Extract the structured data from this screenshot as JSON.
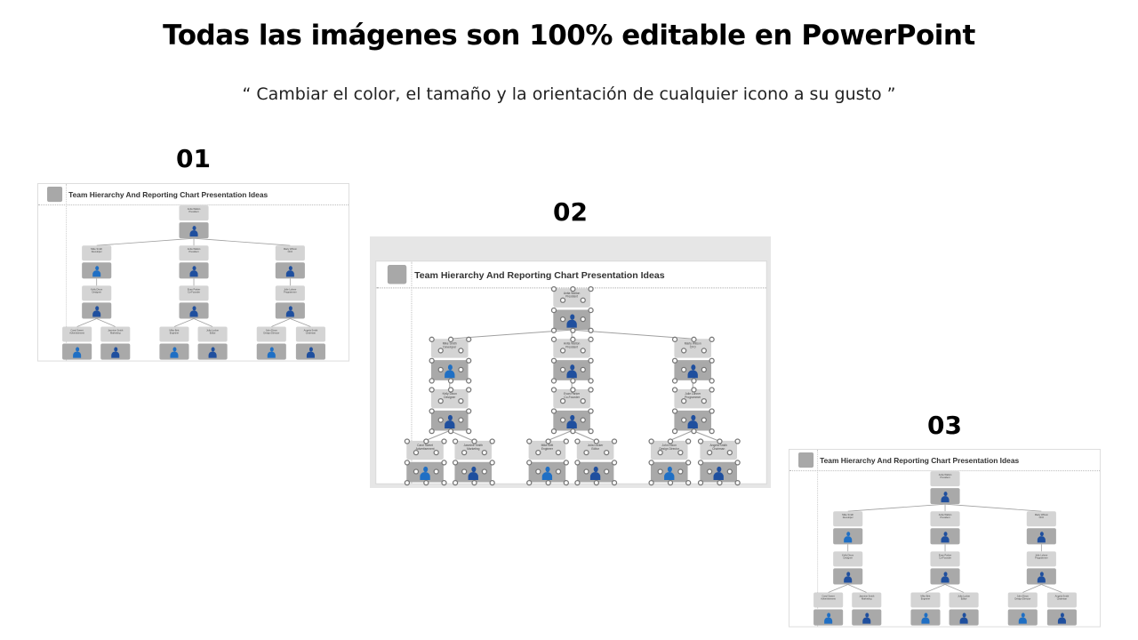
{
  "header": {
    "title": "Todas las imágenes son 100% editable en PowerPoint",
    "subtitle": "“ Cambiar el color, el tamaño y la orientación de cualquier icono a su gusto ”"
  },
  "thumbnails": [
    {
      "number": "01"
    },
    {
      "number": "02"
    },
    {
      "number": "03"
    }
  ],
  "chart": {
    "title": "Team Hierarchy And Reporting Chart Presentation Ideas",
    "nodes": [
      {
        "name": "Anita Walton",
        "role": "President",
        "icon_color": "#1f4f9e"
      },
      {
        "name": "Mike Smith",
        "role": "Developer",
        "icon_color": "#1f6fc4"
      },
      {
        "name": "Anita Walton",
        "role": "President",
        "icon_color": "#1f4f9e"
      },
      {
        "name": "Marty Wilson",
        "role": "CFO",
        "icon_color": "#1f4f9e"
      },
      {
        "name": "Kelly Dixon",
        "role": "Designer",
        "icon_color": "#1f4f9e"
      },
      {
        "name": "Evan Parker",
        "role": "Co-Founder",
        "icon_color": "#1f4f9e"
      },
      {
        "name": "Julie Lohner",
        "role": "Programmer",
        "icon_color": "#1f4f9e"
      },
      {
        "name": "Carol Sweet",
        "role": "Advertisement",
        "icon_color": "#1f6fc4"
      },
      {
        "name": "Jasmine Smith",
        "role": "Marketing",
        "icon_color": "#1f4f9e"
      },
      {
        "name": "Mike Britt",
        "role": "Engineer",
        "icon_color": "#1f6fc4"
      },
      {
        "name": "Julia Locker",
        "role": "Editor",
        "icon_color": "#1f4f9e"
      },
      {
        "name": "John Dixon",
        "role": "Design Director",
        "icon_color": "#1f6fc4"
      },
      {
        "name": "Angela Smith",
        "role": "Chairman",
        "icon_color": "#1f4f9e"
      }
    ]
  }
}
